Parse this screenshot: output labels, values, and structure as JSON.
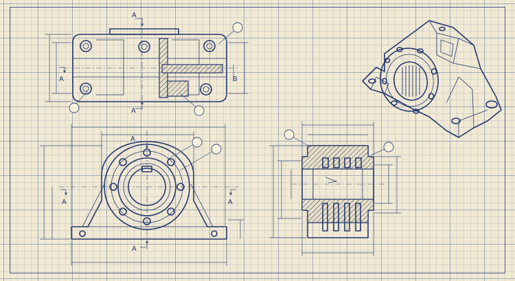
{
  "section_labels": {
    "top_a_upper": "A",
    "top_a_lower": "A",
    "top_a_left": "A",
    "top_b_right": "B",
    "front_a_upper": "A",
    "front_a_lower": "A",
    "front_a_left": "A",
    "front_a_right": "A"
  }
}
